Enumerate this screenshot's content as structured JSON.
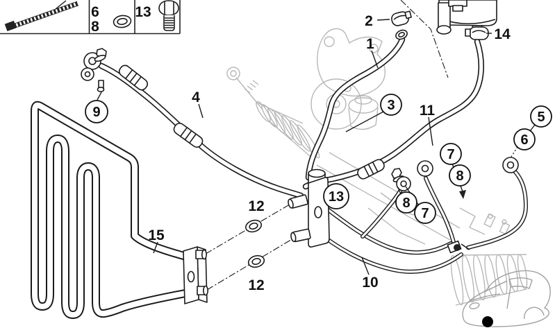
{
  "diagram": {
    "legend": {
      "cell_oring": {
        "labels": [
          "6",
          "8"
        ],
        "icon": "o-ring-icon"
      },
      "cell_bolt": {
        "labels": [
          "13"
        ],
        "icon": "hex-bolt-icon"
      }
    },
    "callouts": {
      "circled": {
        "c9": "9",
        "c3": "3",
        "c5": "5",
        "c6": "6",
        "c7a": "7",
        "c8a": "8",
        "c8b": "8",
        "c7b": "7",
        "c13": "13"
      },
      "plain": {
        "p1": "1",
        "p2": "2",
        "p4": "4",
        "p10": "10",
        "p11": "11",
        "p12a": "12",
        "p12b": "12",
        "p14": "14",
        "p15": "15"
      }
    },
    "icons": [
      "cable-tie-icon",
      "o-ring-icon",
      "hex-bolt-icon",
      "car-location-icon"
    ],
    "colors": {
      "part_line": "#1a1a1a",
      "context_line": "#b7b7b7",
      "background": "#ffffff",
      "location_marker": "#000000"
    }
  }
}
